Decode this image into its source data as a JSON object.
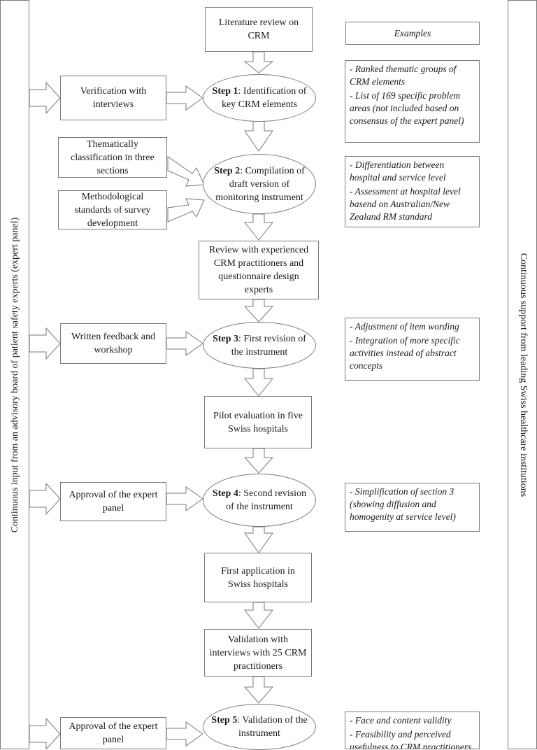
{
  "left_panel": {
    "label": "Continuous input from an advisory board of patient safety experts (expert panel)"
  },
  "right_panel": {
    "label": "Continuous support from leading Swiss healthcare institutions"
  },
  "examples_header": "Examples",
  "nodes": {
    "lit_review": "Literature review on CRM",
    "verification": "Verification with interviews",
    "step1": {
      "prefix": "Step 1",
      "text": ": Identification of key CRM elements"
    },
    "thematic": "Thematically classification in three sections",
    "methodological": "Methodological standards of survey development",
    "step2": {
      "prefix": "Step 2",
      "text": ": Compilation of draft version of monitoring instrument"
    },
    "review": "Review with experienced CRM practitioners and questionnaire design experts",
    "written_feedback": "Written feedback and workshop",
    "step3": {
      "prefix": "Step 3",
      "text": ": First revision of the instrument"
    },
    "pilot": "Pilot evaluation in five Swiss hospitals",
    "approval1": "Approval of the expert panel",
    "step4": {
      "prefix": "Step 4",
      "text": ": Second revision of the instrument"
    },
    "first_application": "First application in Swiss hospitals",
    "validation_interviews": "Validation with interviews with 25 CRM practitioners",
    "approval2": "Approval of the expert panel",
    "step5": {
      "prefix": "Step 5",
      "text": ": Validation of the instrument"
    }
  },
  "examples": {
    "step1": [
      "- Ranked thematic groups of CRM elements",
      "- List of 169 specific problem areas (not included based on consensus of the expert panel)"
    ],
    "step2": [
      "- Differentiation between hospital and service level",
      "- Assessment at hospital level basend on Australian/New Zealand RM standard"
    ],
    "step3": [
      "- Adjustment of item wording",
      "- Integration of more specific activities instead of abstract concepts"
    ],
    "step4": [
      "- Simplification of section 3 (showing diffusion and homogenity at service level)"
    ],
    "step5": [
      "- Face and content validity",
      "- Feasibility and perceived usefulness to CRM practitioners"
    ]
  }
}
